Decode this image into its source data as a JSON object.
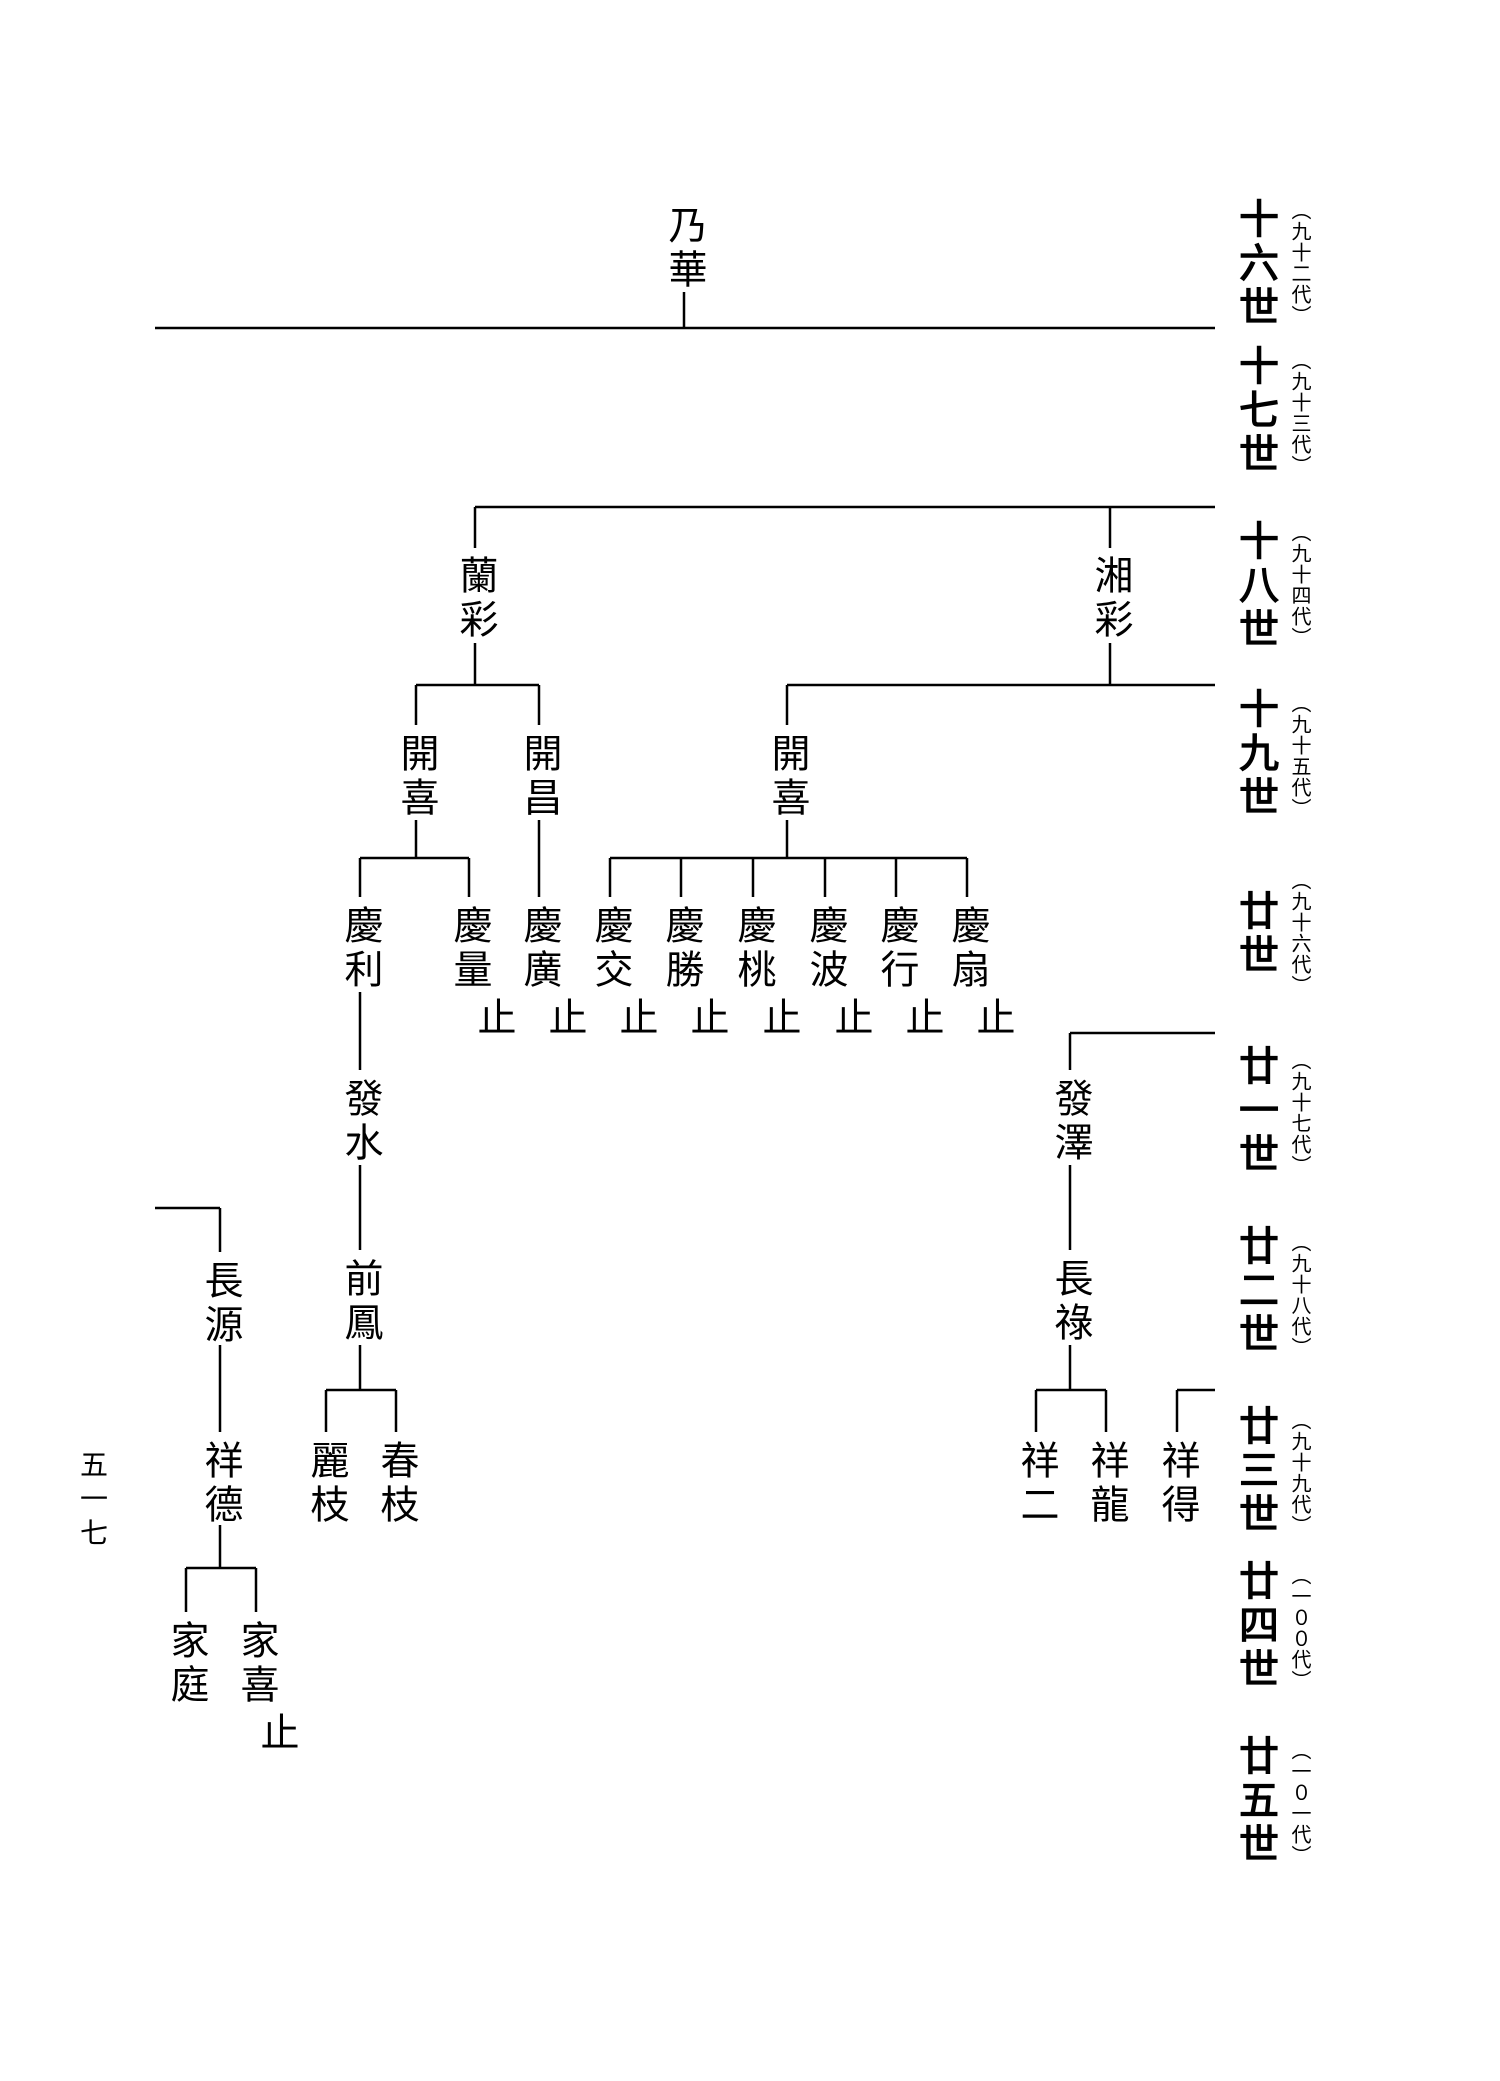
{
  "generations": [
    {
      "label": "十六世",
      "dai": "（九十二代）"
    },
    {
      "label": "十七世",
      "dai": "（九十三代）"
    },
    {
      "label": "十八世",
      "dai": "（九十四代）"
    },
    {
      "label": "十九世",
      "dai": "（九十五代）"
    },
    {
      "label": "廿世",
      "dai": "（九十六代）"
    },
    {
      "label": "廿一世",
      "dai": "（九十七代）"
    },
    {
      "label": "廿二世",
      "dai": "（九十八代）"
    },
    {
      "label": "廿三世",
      "dai": "（九十九代）"
    },
    {
      "label": "廿四世",
      "dai": "（一００代）"
    },
    {
      "label": "廿五世",
      "dai": "（一０一代）"
    }
  ],
  "persons": {
    "naihua": "乃華",
    "lancai": "蘭彩",
    "xiangcai": "湘彩",
    "kaixi_l": "開喜",
    "kaichang": "開昌",
    "kaixi_r": "開喜",
    "qingli": "慶利",
    "qingliang": "慶量",
    "qingguang": "慶廣",
    "qingjiao": "慶交",
    "qingsheng": "慶勝",
    "qingtao": "慶桃",
    "qingbo": "慶波",
    "qingxing": "慶行",
    "qingshan": "慶扇",
    "fashui": "發水",
    "qianfeng": "前鳳",
    "lizhi": "麗枝",
    "chunzhi": "春枝",
    "fazhe": "發澤",
    "changlu": "長祿",
    "xianger": "祥二",
    "xianglong": "祥龍",
    "xiangde_r": "祥得",
    "changyuan": "長源",
    "xiangde_l": "祥德",
    "jiating": "家庭",
    "jiaxi": "家喜"
  },
  "stop_mark": "止",
  "page_number": "五一七"
}
